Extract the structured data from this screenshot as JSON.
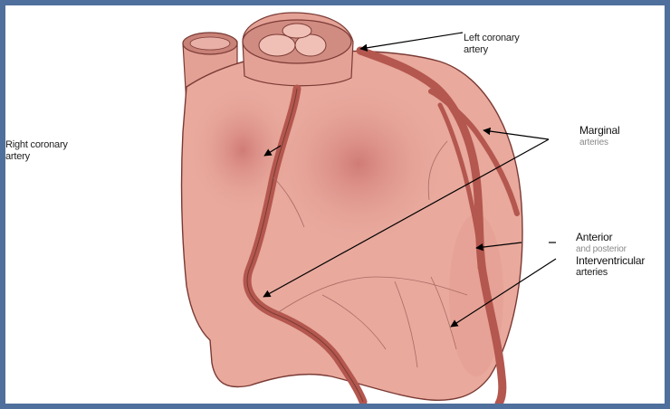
{
  "labels": {
    "right_coronary": {
      "line1": "Right coronary",
      "line2": "artery"
    },
    "left_coronary": {
      "line1": "Left coronary",
      "line2": "artery"
    },
    "marginal": {
      "line1": "Marginal",
      "line2": "arteries"
    },
    "interventricular": {
      "line1": "Anterior",
      "line2": "and posterior",
      "line3": "Interventricular",
      "line4": "arteries"
    }
  },
  "colors": {
    "frame": "#4f6f9c",
    "heart_fill": "#e7a59a",
    "heart_shade": "#d98a82",
    "artery": "#b4574f",
    "outline": "#7a3a34",
    "arrow": "#000000"
  }
}
